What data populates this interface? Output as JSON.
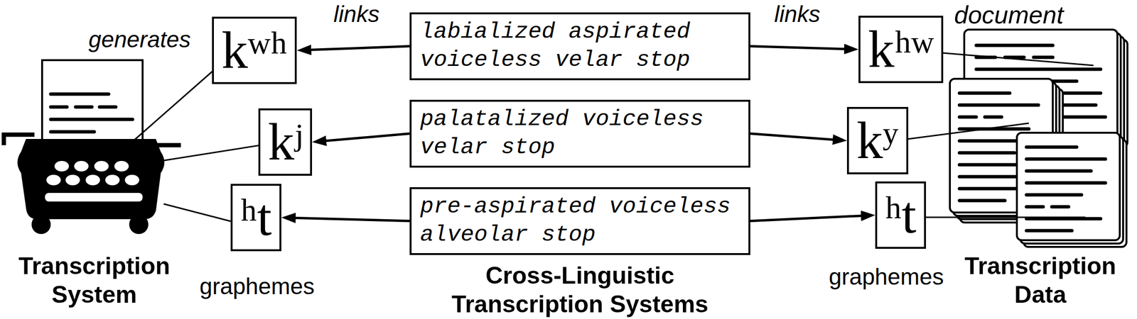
{
  "diagram": {
    "nodes": [
      {
        "text": [
          "kʷʰ"
        ]
      },
      {
        "text": [
          "labialized aspirated voiceless velar stop"
        ]
      },
      {
        "text": [
          "kʰʷ"
        ]
      },
      {
        "text": [
          "kʲ"
        ]
      },
      {
        "text": [
          "palatalized voiceless velar stop"
        ]
      },
      {
        "text": [
          "kʸ"
        ]
      },
      {
        "text": [
          "ʰt"
        ]
      },
      {
        "text": [
          "pre-aspirated voiceless alveolar stop"
        ]
      },
      {
        "text": [
          "ʰt"
        ]
      }
    ],
    "edges": [
      {
        "from": 1,
        "to": 0,
        "arrow": "to"
      },
      {
        "from": 1,
        "to": 2,
        "arrow": "to"
      },
      {
        "from": 4,
        "to": 3,
        "arrow": "to"
      },
      {
        "from": 4,
        "to": 5,
        "arrow": "to"
      },
      {
        "from": 7,
        "to": 6,
        "arrow": "to"
      },
      {
        "from": 7,
        "to": 8,
        "arrow": "to"
      }
    ],
    "labels": [
      "links",
      "links",
      "document",
      "generates",
      "Transcription System",
      "graphemes",
      "Cross-Linguistic Transcription Systems",
      "graphemes",
      "Transcription Data"
    ]
  }
}
